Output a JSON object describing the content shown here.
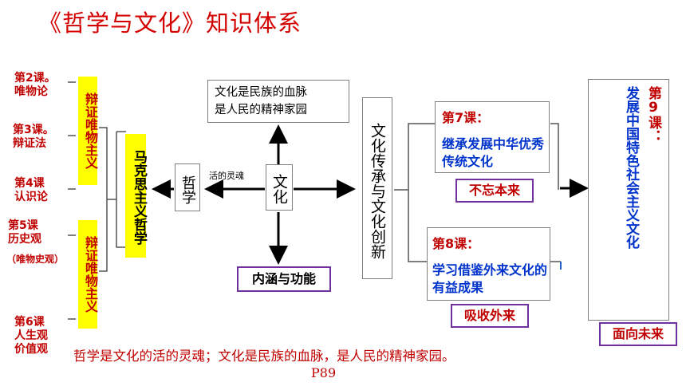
{
  "title": "《哲学与文化》知识体系",
  "lessons": {
    "l2": "第2课。\n唯物论",
    "l3": "第3课。\n辩证法",
    "l4": "第4课\n认识论",
    "l5": "第5课\n历史观",
    "l5_sub": "（唯物史观）",
    "l6": "第6课\n人生观\n价值观"
  },
  "dialectical_materialism": "辩证唯物主义",
  "historical_materialism": "辩证唯物主义",
  "marxist_philosophy": "马克思主义哲学",
  "philosophy": "哲学",
  "living_soul": "活的灵魂",
  "culture": "文化",
  "top_box": "文化是民族的血脉\n是人民的精神家园",
  "bottom_box": "内涵与功能",
  "inherit_innovate": "文化传承与文化创新",
  "lesson7_label": "第7课：",
  "lesson7_text": "继承发展中华优秀传统文化",
  "lesson7_tag": "不忘本来",
  "lesson8_label": "第8课：",
  "lesson8_text": "学习借鉴外来文化的有益成果",
  "lesson8_tag": "吸收外来",
  "lesson9_label": "第9课：",
  "lesson9_text": "发展中国特色社会主义文化",
  "lesson9_tag": "面向未来",
  "footer": "哲学是文化的活的灵魂；文化是民族的血脉，是人民的精神家园。",
  "page_ref": "P89",
  "colors": {
    "red": "#c00000",
    "title_red": "#d40000",
    "blue": "#0033cc",
    "purple": "#7030a0",
    "yellow": "#ffff00"
  }
}
